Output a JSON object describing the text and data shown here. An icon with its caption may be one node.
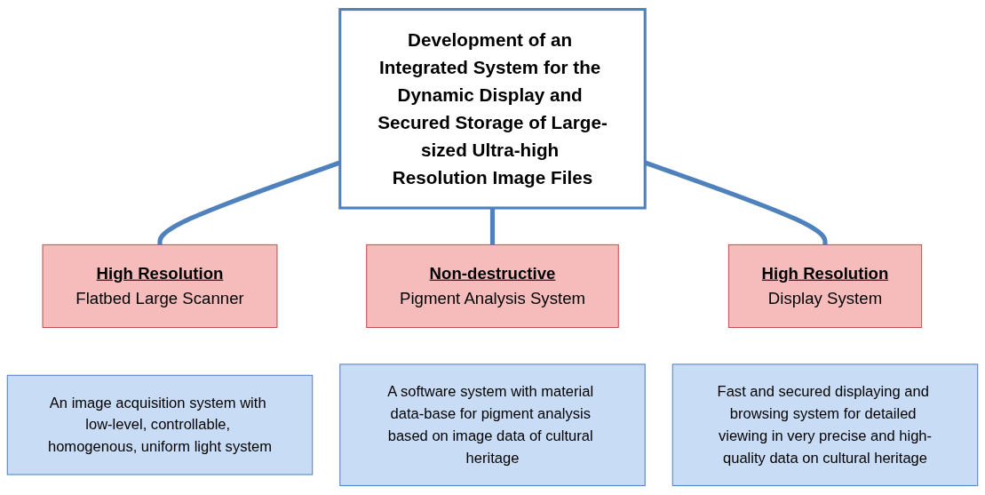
{
  "diagram": {
    "nodes": [
      {
        "text": [
          "Development of an Integrated System for the Dynamic Display and Secured Storage of Large-sized Ultra-high Resolution Image Files"
        ]
      },
      {
        "text": [
          "High Resolution",
          "Flatbed Large Scanner"
        ]
      },
      {
        "text": [
          "Non-destructive",
          "Pigment Analysis System"
        ]
      },
      {
        "text": [
          "High Resolution",
          "Display System"
        ]
      },
      {
        "text": [
          "An image acquisition system with low-level, controllable, homogenous, uniform light system"
        ]
      },
      {
        "text": [
          "A software system with material data-base for pigment analysis based on image data of cultural heritage"
        ]
      },
      {
        "text": [
          "Fast and secured displaying and browsing system for detailed viewing in very precise and high-quality data on cultural heritage"
        ]
      }
    ],
    "edges": [
      {
        "from": 0,
        "to": 1,
        "arrow": "none"
      },
      {
        "from": 0,
        "to": 2,
        "arrow": "none"
      },
      {
        "from": 0,
        "to": 3,
        "arrow": "none"
      }
    ]
  }
}
